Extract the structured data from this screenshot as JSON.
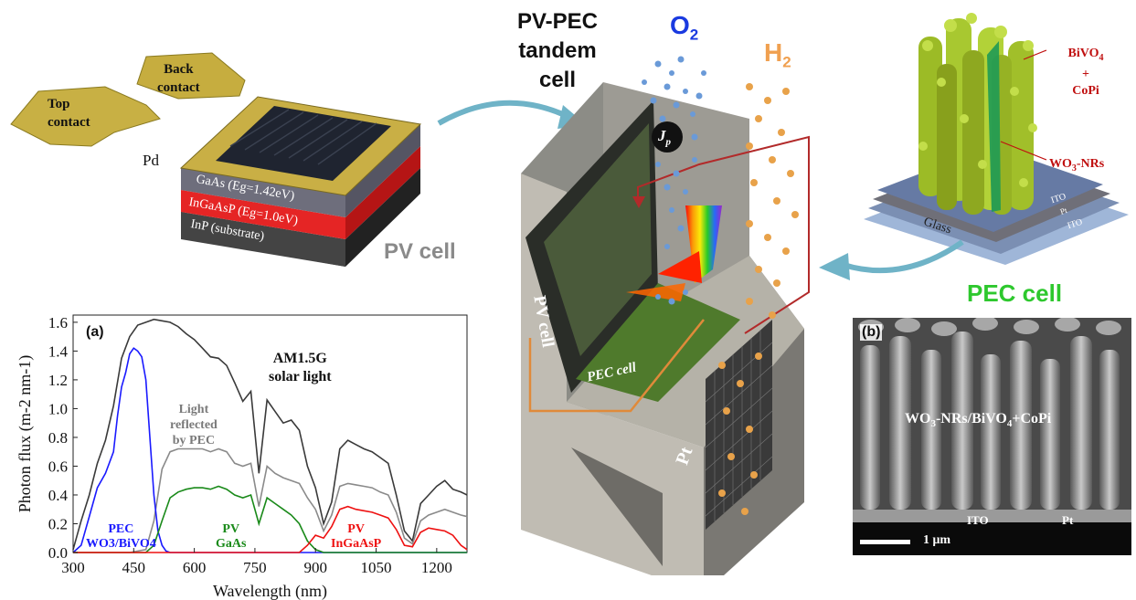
{
  "header": {
    "title_line1": "PV-PEC",
    "title_line2": "tandem cell"
  },
  "gases": {
    "o2": "O",
    "o2_sub": "2",
    "h2": "H",
    "h2_sub": "2"
  },
  "pv_device": {
    "top_contact_line1": "Top",
    "top_contact_line2": "contact",
    "back_contact_line1": "Back",
    "back_contact_line2": "contact",
    "pd_label": "Pd",
    "layer_gaas": "GaAs (Eg=1.42eV)",
    "layer_ingaasp": "InGaAsP (Eg=1.0eV)",
    "layer_inp": "InP (substrate)",
    "caption": "PV cell"
  },
  "tandem": {
    "jp_label": "J",
    "jp_sub": "p",
    "pv_cell_label": "PV cell",
    "pec_cell_label": "PEC cell",
    "pt_label": "Pt"
  },
  "pec_device": {
    "bivo4_line1": "BiVO",
    "bivo4_sub": "4",
    "bivo4_line2": "+",
    "bivo4_line3": "CoPi",
    "wo3_label": "WO",
    "wo3_sub": "3",
    "wo3_suffix": "-NRs",
    "ito_top": "ITO",
    "pt": "Pt",
    "ito_bottom": "ITO",
    "glass": "Glass",
    "caption": "PEC cell"
  },
  "sem": {
    "panel_label": "(b)",
    "caption_a": "WO",
    "caption_sub": "3",
    "caption_b": "-NRs/BiVO",
    "caption_sub2": "4",
    "caption_c": "+CoPi",
    "ito_label": "ITO",
    "pt_label": "Pt",
    "scale_label": "1 μm"
  },
  "chart_data": {
    "type": "line",
    "panel_label": "(a)",
    "xlabel": "Wavelength (nm)",
    "ylabel": "Photon flux (m-2 nm-1)",
    "xlim": [
      300,
      1275
    ],
    "ylim": [
      0,
      1.65
    ],
    "xticks": [
      300,
      450,
      600,
      750,
      900,
      1050,
      1200
    ],
    "yticks": [
      0.0,
      0.2,
      0.4,
      0.6,
      0.8,
      1.0,
      1.2,
      1.4,
      1.6
    ],
    "annotations": {
      "am15_line1": "AM1.5G",
      "am15_line2": "solar light",
      "reflected_line1": "Light",
      "reflected_line2": "reflected",
      "reflected_line3": "by PEC",
      "pec_line1": "PEC",
      "pec_line2": "WO3/BiVO4",
      "pv_gaas_line1": "PV",
      "pv_gaas_line2": "GaAs",
      "pv_ingaasp_line1": "PV",
      "pv_ingaasp_line2": "InGaAsP"
    },
    "series": [
      {
        "name": "AM1.5G solar light",
        "color": "#3a3a3a",
        "x": [
          300,
          320,
          340,
          360,
          380,
          400,
          420,
          440,
          460,
          480,
          500,
          520,
          540,
          560,
          580,
          600,
          620,
          640,
          660,
          680,
          700,
          720,
          740,
          760,
          780,
          800,
          820,
          840,
          860,
          880,
          900,
          920,
          940,
          960,
          980,
          1000,
          1020,
          1040,
          1060,
          1080,
          1100,
          1120,
          1140,
          1160,
          1180,
          1200,
          1220,
          1240,
          1260,
          1275
        ],
        "y": [
          0.02,
          0.22,
          0.4,
          0.62,
          0.78,
          1.02,
          1.35,
          1.5,
          1.58,
          1.6,
          1.62,
          1.61,
          1.6,
          1.57,
          1.52,
          1.48,
          1.42,
          1.36,
          1.35,
          1.3,
          1.18,
          1.05,
          1.12,
          0.55,
          1.06,
          0.98,
          0.9,
          0.92,
          0.85,
          0.6,
          0.45,
          0.2,
          0.35,
          0.72,
          0.78,
          0.75,
          0.72,
          0.7,
          0.66,
          0.62,
          0.4,
          0.15,
          0.08,
          0.34,
          0.4,
          0.46,
          0.5,
          0.44,
          0.42,
          0.4
        ]
      },
      {
        "name": "Light reflected by PEC",
        "color": "#8a8a8a",
        "x": [
          300,
          380,
          440,
          480,
          500,
          520,
          540,
          560,
          580,
          600,
          620,
          640,
          660,
          680,
          700,
          720,
          740,
          760,
          780,
          800,
          820,
          840,
          860,
          880,
          900,
          920,
          940,
          960,
          980,
          1000,
          1020,
          1040,
          1060,
          1080,
          1100,
          1120,
          1140,
          1160,
          1180,
          1200,
          1220,
          1240,
          1260,
          1275
        ],
        "y": [
          0.0,
          0.0,
          0.0,
          0.02,
          0.22,
          0.58,
          0.7,
          0.72,
          0.72,
          0.72,
          0.72,
          0.7,
          0.72,
          0.7,
          0.62,
          0.6,
          0.62,
          0.32,
          0.6,
          0.55,
          0.52,
          0.5,
          0.48,
          0.38,
          0.3,
          0.15,
          0.26,
          0.46,
          0.48,
          0.47,
          0.46,
          0.45,
          0.42,
          0.4,
          0.28,
          0.1,
          0.06,
          0.22,
          0.26,
          0.28,
          0.3,
          0.28,
          0.26,
          0.25
        ]
      },
      {
        "name": "PEC WO3/BiVO4",
        "color": "#1a1aff",
        "x": [
          300,
          320,
          340,
          360,
          380,
          400,
          410,
          420,
          430,
          440,
          450,
          460,
          470,
          480,
          490,
          500,
          510,
          520,
          530,
          540,
          560,
          600,
          700,
          900,
          1275
        ],
        "y": [
          0.0,
          0.05,
          0.25,
          0.45,
          0.55,
          0.7,
          0.95,
          1.15,
          1.25,
          1.38,
          1.42,
          1.4,
          1.36,
          1.2,
          0.8,
          0.4,
          0.15,
          0.05,
          0.01,
          0.0,
          0.0,
          0.0,
          0.0,
          0.0,
          0.0
        ]
      },
      {
        "name": "PV GaAs",
        "color": "#1a8a1a",
        "x": [
          300,
          480,
          500,
          520,
          540,
          560,
          580,
          600,
          620,
          640,
          660,
          680,
          700,
          720,
          740,
          760,
          780,
          800,
          820,
          840,
          860,
          880,
          900,
          920,
          1275
        ],
        "y": [
          0.0,
          0.0,
          0.05,
          0.22,
          0.38,
          0.42,
          0.44,
          0.45,
          0.45,
          0.44,
          0.46,
          0.44,
          0.4,
          0.38,
          0.4,
          0.2,
          0.38,
          0.34,
          0.3,
          0.26,
          0.2,
          0.08,
          0.02,
          0.0,
          0.0
        ]
      },
      {
        "name": "PV InGaAsP",
        "color": "#ee1111",
        "x": [
          300,
          860,
          880,
          900,
          920,
          940,
          960,
          980,
          1000,
          1020,
          1040,
          1060,
          1080,
          1100,
          1120,
          1140,
          1160,
          1180,
          1200,
          1220,
          1240,
          1260,
          1275
        ],
        "y": [
          0.0,
          0.0,
          0.05,
          0.12,
          0.1,
          0.18,
          0.3,
          0.32,
          0.3,
          0.29,
          0.28,
          0.26,
          0.24,
          0.16,
          0.05,
          0.04,
          0.14,
          0.17,
          0.16,
          0.15,
          0.12,
          0.05,
          0.02
        ]
      }
    ]
  }
}
